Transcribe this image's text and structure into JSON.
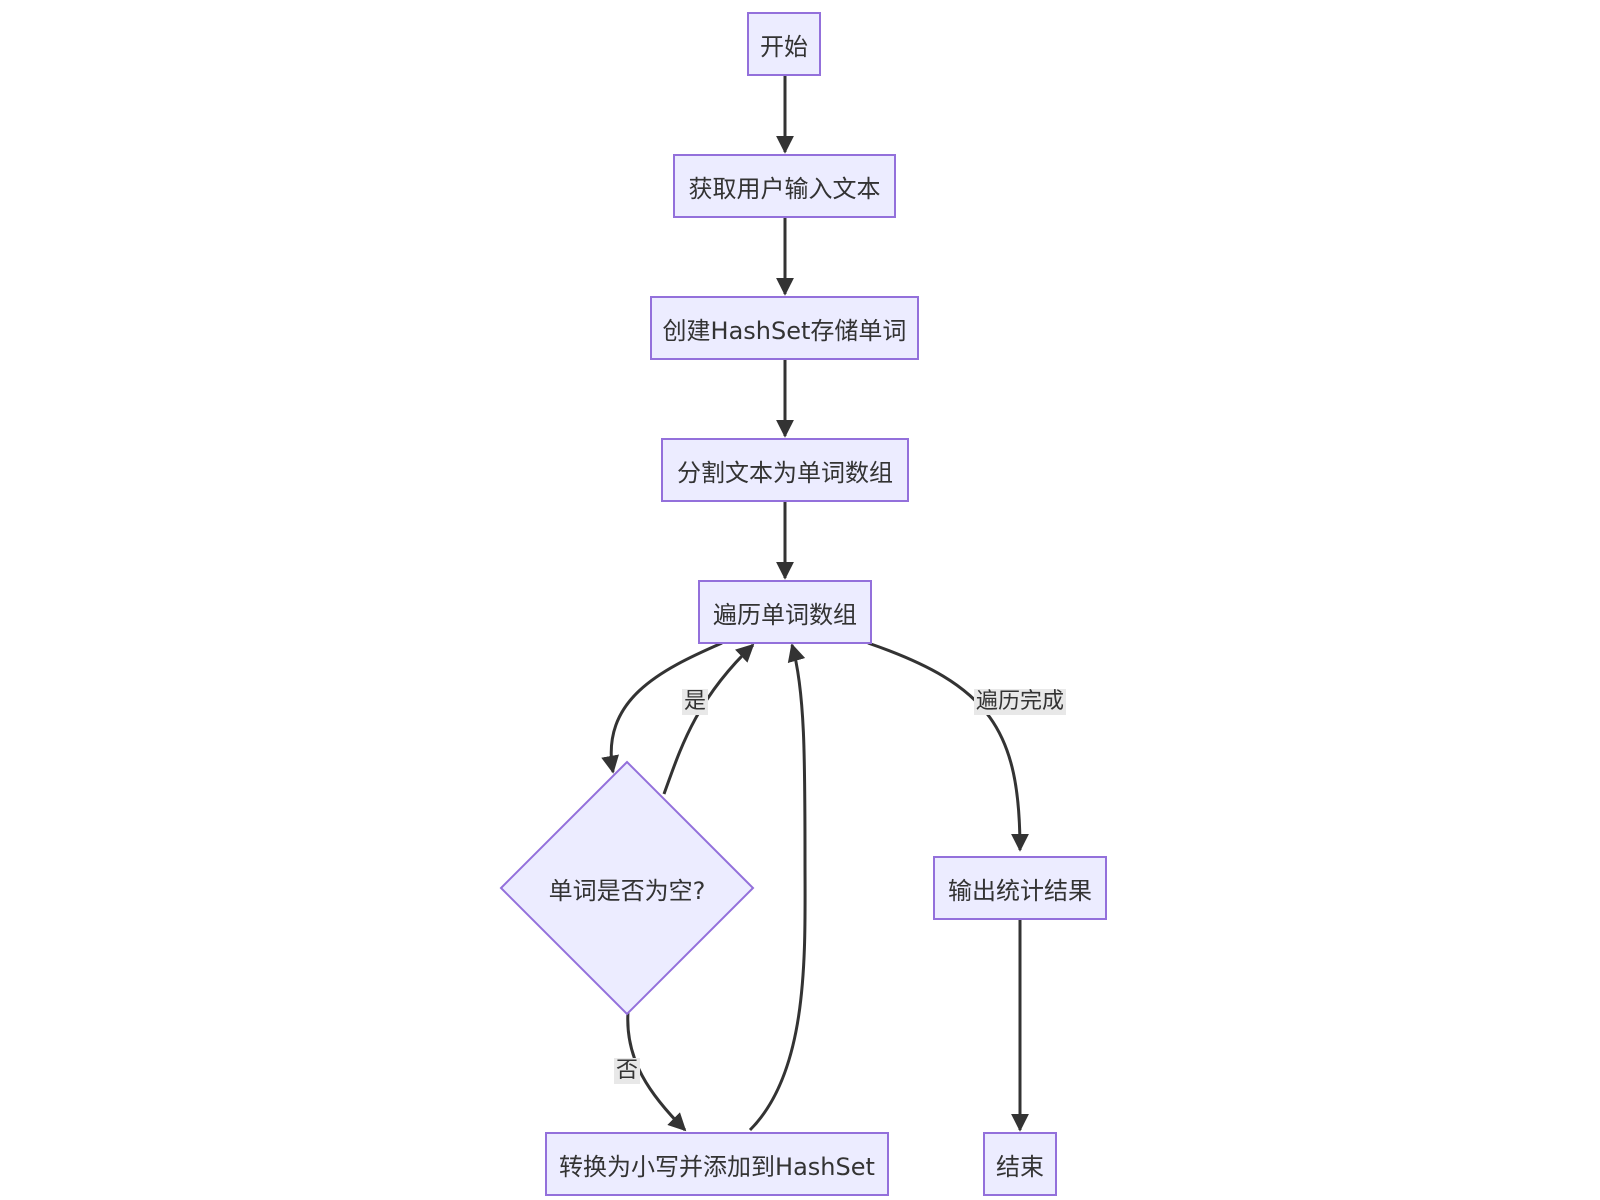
{
  "colors": {
    "node_fill": "#ECECFF",
    "node_border": "#9370DB",
    "edge": "#333333",
    "text": "#333333",
    "edge_label_bg": "#e8e8e8"
  },
  "nodes": {
    "start": "开始",
    "get_input": "获取用户输入文本",
    "create_hashset": "创建HashSet存储单词",
    "split_text": "分割文本为单词数组",
    "iterate": "遍历单词数组",
    "is_empty": "单词是否为空?",
    "to_lower_add": "转换为小写并添加到HashSet",
    "output": "输出统计结果",
    "end": "结束"
  },
  "edge_labels": {
    "yes": "是",
    "no": "否",
    "done": "遍历完成"
  }
}
